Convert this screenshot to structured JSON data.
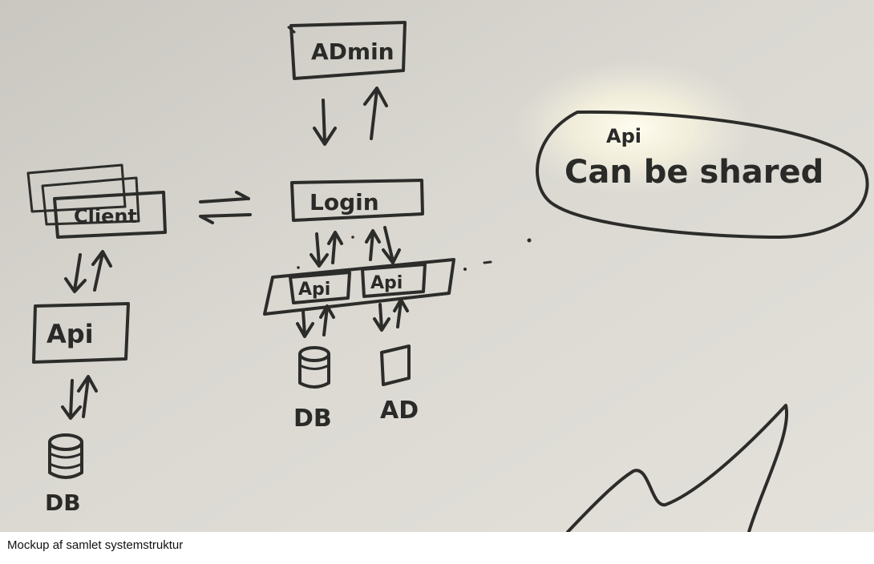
{
  "caption": "Mockup af samlet systemstruktur",
  "diagram": {
    "boxes": {
      "admin": "ADmin",
      "login": "Login",
      "client": "Client",
      "api_left": "Api",
      "api_mid_1": "Api",
      "api_mid_2": "Api"
    },
    "stores": {
      "db_left": "DB",
      "db_mid": "DB",
      "ad": "AD"
    },
    "note": {
      "line1": "Api",
      "line2": "Can be shared"
    }
  },
  "colors": {
    "board_background": "#dcdad3",
    "marker": "#2c2c2a",
    "glare": "#fffbe8"
  }
}
